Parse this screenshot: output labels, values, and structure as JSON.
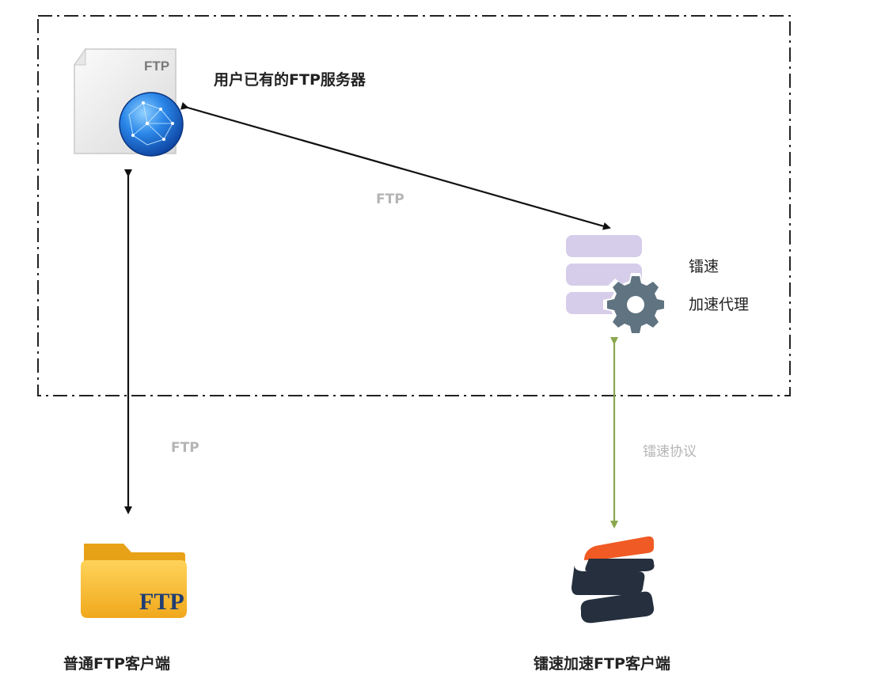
{
  "labels": {
    "ftp_server": "用户已有的FTP服务器",
    "proxy_line1": "镭速",
    "proxy_line2": "加速代理",
    "ftp_client": "普通FTP客户端",
    "raysync_client": "镭速加速FTP客户端"
  },
  "edges": {
    "server_proxy": "FTP",
    "server_client": "FTP",
    "proxy_client": "镭速协议"
  },
  "icons": {
    "server_doc": "FTP",
    "folder": "FTP"
  },
  "colors": {
    "boundary": "#222222",
    "arrow_black": "#111111",
    "arrow_green": "#8aa74e",
    "server_block": "#d6cdea",
    "gear": "#5f7381",
    "folder_front": "#f5b733",
    "folder_back": "#e8a218",
    "logo_orange": "#f05a24",
    "logo_navy": "#252f3e",
    "globe": "#1f6fd8"
  }
}
